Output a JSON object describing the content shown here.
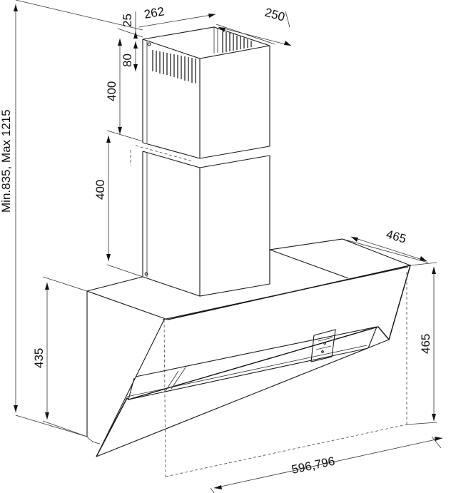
{
  "drawing": {
    "dimensions": {
      "overall_height": "Min.835, Max 1215",
      "chimney_top_offset": "25",
      "chimney_width": "262",
      "chimney_depth": "250",
      "vent_slot_height": "80",
      "upper_chimney_height": "400",
      "lower_chimney_height": "400",
      "hood_depth": "465",
      "hood_height_right": "465",
      "hood_height_left": "435",
      "hood_width": "596,796"
    }
  }
}
